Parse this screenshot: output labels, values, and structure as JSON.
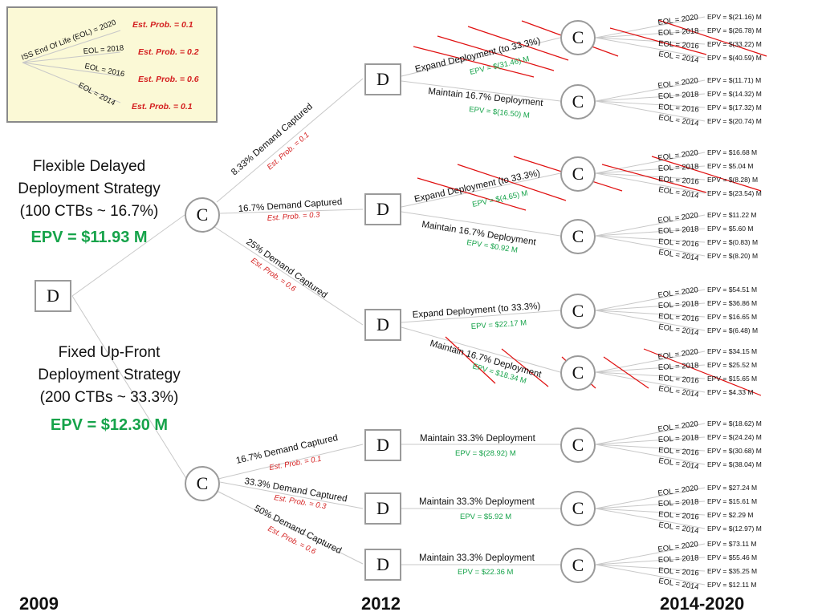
{
  "legend": {
    "root_label": "ISS End Of Life (EOL)  = 2020",
    "branches": [
      {
        "label": "EOL  = 2018",
        "prob": "Est. Prob. = 0.2"
      },
      {
        "label": "EOL  = 2016",
        "prob": "Est. Prob. = 0.6"
      },
      {
        "label": "EOL  = 2014",
        "prob": "Est. Prob. = 0.1"
      }
    ],
    "root_prob": "Est. Prob. = 0.1"
  },
  "strategies": {
    "flexible": {
      "line1": "Flexible Delayed",
      "line2": "Deployment Strategy",
      "line3": "(100 CTBs ~ 16.7%)",
      "epv": "EPV = $11.93 M"
    },
    "fixed": {
      "line1": "Fixed Up-Front",
      "line2": "Deployment Strategy",
      "line3": "(200 CTBs ~ 33.3%)",
      "epv": "EPV = $12.30 M"
    }
  },
  "nodes": {
    "decision": "D",
    "chance": "C"
  },
  "years": {
    "y2009": "2009",
    "y2012": "2012",
    "y2020": "2014-2020"
  },
  "demand_branches": [
    {
      "label": "8.33% Demand Captured",
      "prob": "Est. Prob. = 0.1"
    },
    {
      "label": "16.7% Demand Captured",
      "prob": "Est. Prob. = 0.3"
    },
    {
      "label": "25% Demand Captured",
      "prob": "Est. Prob. = 0.6"
    },
    {
      "label": "16.7% Demand Captured",
      "prob": "Est. Prob. = 0.1"
    },
    {
      "label": "33.3% Demand Captured",
      "prob": "Est. Prob. = 0.3"
    },
    {
      "label": "50% Demand Captured",
      "prob": "Est. Prob. = 0.6"
    }
  ],
  "deployment_actions": [
    {
      "label": "Expand Deployment (to 33.3%)",
      "epv": "EPV = $(31.46) M"
    },
    {
      "label": "Maintain 16.7% Deployment",
      "epv": "EPV = $(16.50) M"
    },
    {
      "label": "Expand Deployment (to 33.3%)",
      "epv": "EPV = $(4.65) M"
    },
    {
      "label": "Maintain 16.7% Deployment",
      "epv": "EPV = $0.92 M"
    },
    {
      "label": "Expand Deployment (to 33.3%)",
      "epv": "EPV = $22.17 M"
    },
    {
      "label": "Maintain 16.7% Deployment",
      "epv": "EPV = $18.34 M"
    },
    {
      "label": "Maintain 33.3% Deployment",
      "epv": "EPV = $(28.92) M"
    },
    {
      "label": "Maintain 33.3% Deployment",
      "epv": "EPV = $5.92 M"
    },
    {
      "label": "Maintain 33.3% Deployment",
      "epv": "EPV = $22.36 M"
    }
  ],
  "eol_labels": [
    "EOL  = 2020",
    "EOL  = 2018",
    "EOL  = 2016",
    "EOL  = 2014"
  ],
  "outcomes": [
    [
      "EPV = $(21.16) M",
      "EPV = $(26.78) M",
      "EPV = $(33.22) M",
      "EPV = $(40.59) M"
    ],
    [
      "EPV = $(11.71) M",
      "EPV = $(14.32) M",
      "EPV = $(17.32) M",
      "EPV = $(20.74) M"
    ],
    [
      "EPV = $16.68 M",
      "EPV = $5.04 M",
      "EPV = $(8.28) M",
      "EPV = $(23.54) M"
    ],
    [
      "EPV = $11.22 M",
      "EPV = $5.60 M",
      "EPV = $(0.83) M",
      "EPV = $(8.20) M"
    ],
    [
      "EPV = $54.51 M",
      "EPV = $36.86 M",
      "EPV = $16.65 M",
      "EPV = $(6.48) M"
    ],
    [
      "EPV = $34.15 M",
      "EPV = $25.52 M",
      "EPV = $15.65 M",
      "EPV = $4.33 M"
    ],
    [
      "EPV = $(18.62) M",
      "EPV = $(24.24) M",
      "EPV = $(30.68) M",
      "EPV = $(38.04) M"
    ],
    [
      "EPV = $27.24 M",
      "EPV = $15.61 M",
      "EPV = $2.29 M",
      "EPV = $(12.97) M"
    ],
    [
      "EPV = $73.11 M",
      "EPV = $55.46 M",
      "EPV = $35.25 M",
      "EPV = $12.11 M"
    ]
  ],
  "colors": {
    "prob": "#d42020",
    "epv": "#16a34a",
    "strike": "#e01010",
    "line": "#c8c8c8"
  }
}
